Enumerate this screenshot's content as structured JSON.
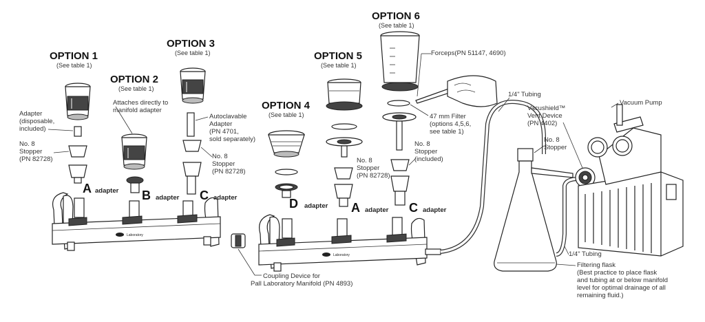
{
  "options": [
    {
      "title": "OPTION 1",
      "note": "(See table 1)"
    },
    {
      "title": "OPTION 2",
      "note": "(See table 1)"
    },
    {
      "title": "OPTION 3",
      "note": "(See table 1)"
    },
    {
      "title": "OPTION 4",
      "note": "(See table 1)"
    },
    {
      "title": "OPTION 5",
      "note": "(See table 1)"
    },
    {
      "title": "OPTION 6",
      "note": "(See table 1)"
    }
  ],
  "labels": {
    "adapter_disposable": [
      "Adapter",
      "(disposable,",
      "included)"
    ],
    "stopper_1": [
      "No. 8",
      "Stopper",
      "(PN 82728)"
    ],
    "attaches": [
      "Attaches directly to",
      "manifold adapter"
    ],
    "autoclavable": [
      "Autoclavable",
      "Adapter",
      "(PN 4701,",
      "sold separately)"
    ],
    "stopper_3": [
      "No. 8",
      "Stopper",
      "(PN 82728)"
    ],
    "stopper_5": [
      "No. 8",
      "Stopper",
      "(PN 82728)"
    ],
    "stopper_6": [
      "No. 8",
      "Stopper",
      "(included)"
    ],
    "forceps": "Forceps(PN 51147, 4690)",
    "filter": [
      "47 mm Filter",
      "(options 4,5,6,",
      "see table 1)"
    ],
    "tubing_top": "1/4\" Tubing",
    "vent": [
      "Vacushield™",
      "Vent Device",
      "(PN 4402)"
    ],
    "vacuum_pump": "Vacuum Pump",
    "stopper_flask": [
      "No. 8",
      "Stopper"
    ],
    "tubing_bottom": "1/4\" Tubing",
    "flask": [
      "Filtering flask",
      "(Best practice to place flask",
      "and tubing at or below manifold",
      "level for optimal drainage of all",
      "remaining fluid.)"
    ],
    "coupling": [
      "Coupling Device for",
      "Pall Laboratory Manifold (PN 4893)"
    ]
  },
  "adapters": [
    {
      "letter": "A",
      "word": "adapter"
    },
    {
      "letter": "B",
      "word": "adapter"
    },
    {
      "letter": "C",
      "word": "adapter"
    },
    {
      "letter": "D",
      "word": "adapter"
    },
    {
      "letter": "A",
      "word": "adapter"
    },
    {
      "letter": "C",
      "word": "adapter"
    }
  ],
  "manifold_brand": "Laboratory"
}
